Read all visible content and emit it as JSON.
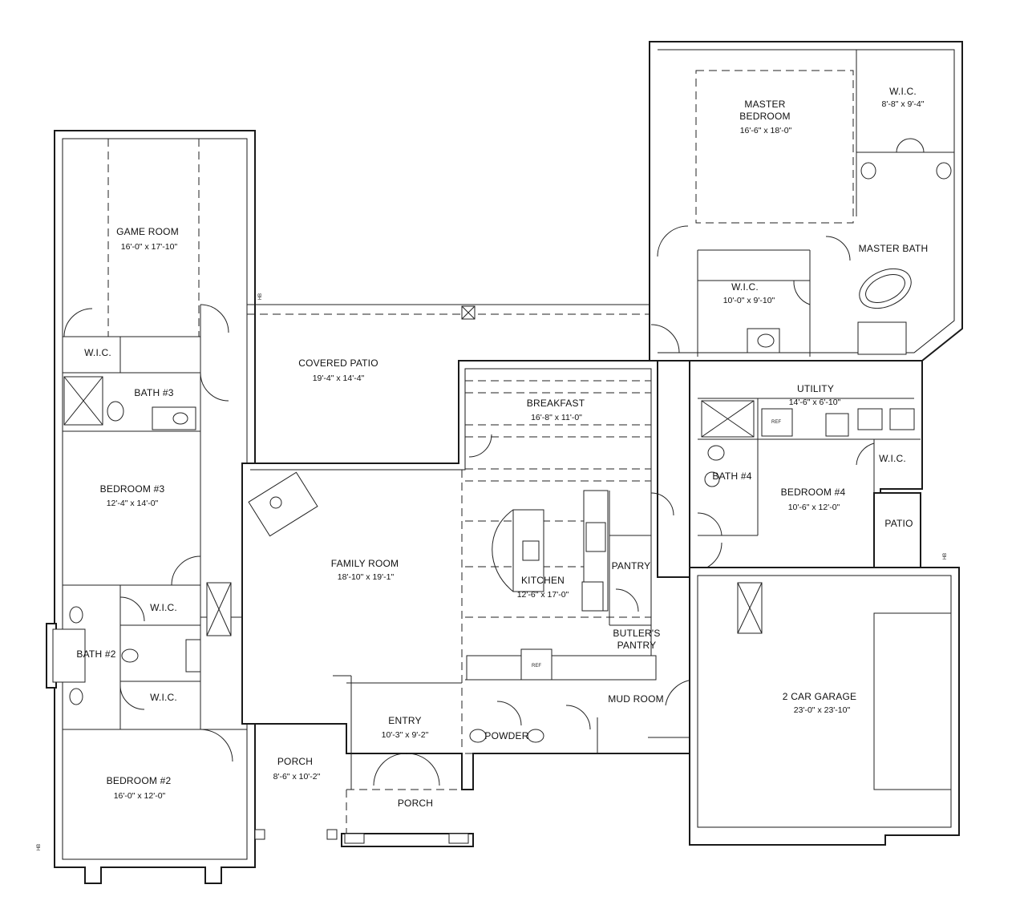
{
  "rooms": {
    "game_room": {
      "name": "GAME ROOM",
      "dims": "16'-0\" x 17'-10\""
    },
    "wic_game": {
      "name": "W.I.C."
    },
    "bath3": {
      "name": "BATH #3"
    },
    "bedroom3": {
      "name": "BEDROOM #3",
      "dims": "12'-4\" x 14'-0\""
    },
    "wic_b2_top": {
      "name": "W.I.C."
    },
    "bath2": {
      "name": "BATH #2"
    },
    "wic_b2_bottom": {
      "name": "W.I.C."
    },
    "bedroom2": {
      "name": "BEDROOM #2",
      "dims": "16'-0\" x 12'-0\""
    },
    "covered_patio": {
      "name": "COVERED PATIO",
      "dims": "19'-4\" x 14'-4\""
    },
    "breakfast": {
      "name": "BREAKFAST",
      "dims": "16'-8\" x 11'-0\""
    },
    "family_room": {
      "name": "FAMILY ROOM",
      "dims": "18'-10\" x 19'-1\""
    },
    "kitchen": {
      "name": "KITCHEN",
      "dims": "12'-6\" x 17'-0\""
    },
    "pantry": {
      "name": "PANTRY"
    },
    "butlers_pantry": {
      "name_line1": "BUTLER'S",
      "name_line2": "PANTRY"
    },
    "entry": {
      "name": "ENTRY",
      "dims": "10'-3\" x 9'-2\""
    },
    "porch_left": {
      "name": "PORCH",
      "dims": "8'-6\" x 10'-2\""
    },
    "porch_front": {
      "name": "PORCH"
    },
    "powder": {
      "name": "POWDER"
    },
    "mud_room": {
      "name": "MUD ROOM"
    },
    "master_bedroom": {
      "name_line1": "MASTER",
      "name_line2": "BEDROOM",
      "dims": "16'-6\" x 18'-0\""
    },
    "wic_master_top": {
      "name": "W.I.C.",
      "dims": "8'-8\" x 9'-4\""
    },
    "master_bath": {
      "name": "MASTER BATH"
    },
    "wic_master": {
      "name": "W.I.C.",
      "dims": "10'-0\" x 9'-10\""
    },
    "utility": {
      "name": "UTILITY",
      "dims": "14'-6\" x 6'-10\""
    },
    "bath4": {
      "name": "BATH #4"
    },
    "wic_b4": {
      "name": "W.I.C."
    },
    "bedroom4": {
      "name": "BEDROOM #4",
      "dims": "10'-6\" x 12'-0\""
    },
    "patio": {
      "name": "PATIO"
    },
    "garage": {
      "name": "2 CAR GARAGE",
      "dims": "23'-0\" x 23'-10\""
    }
  },
  "appliances": {
    "ref_utility": "REF",
    "ref_kitchen": "REF",
    "hb": "HB"
  }
}
